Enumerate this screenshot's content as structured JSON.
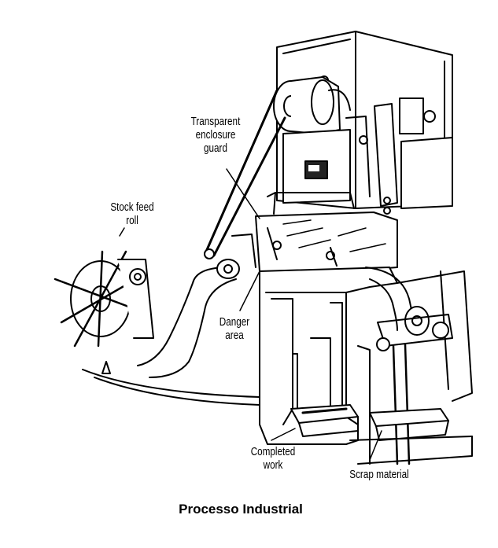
{
  "figure": {
    "caption": "Processo Industrial",
    "labels": {
      "guard": [
        "Transparent",
        "enclosure",
        "guard"
      ],
      "stock_feed": [
        "Stock feed",
        "roll"
      ],
      "danger": [
        "Danger",
        "area"
      ],
      "completed": [
        "Completed",
        "work"
      ],
      "scrap": "Scrap material"
    }
  }
}
